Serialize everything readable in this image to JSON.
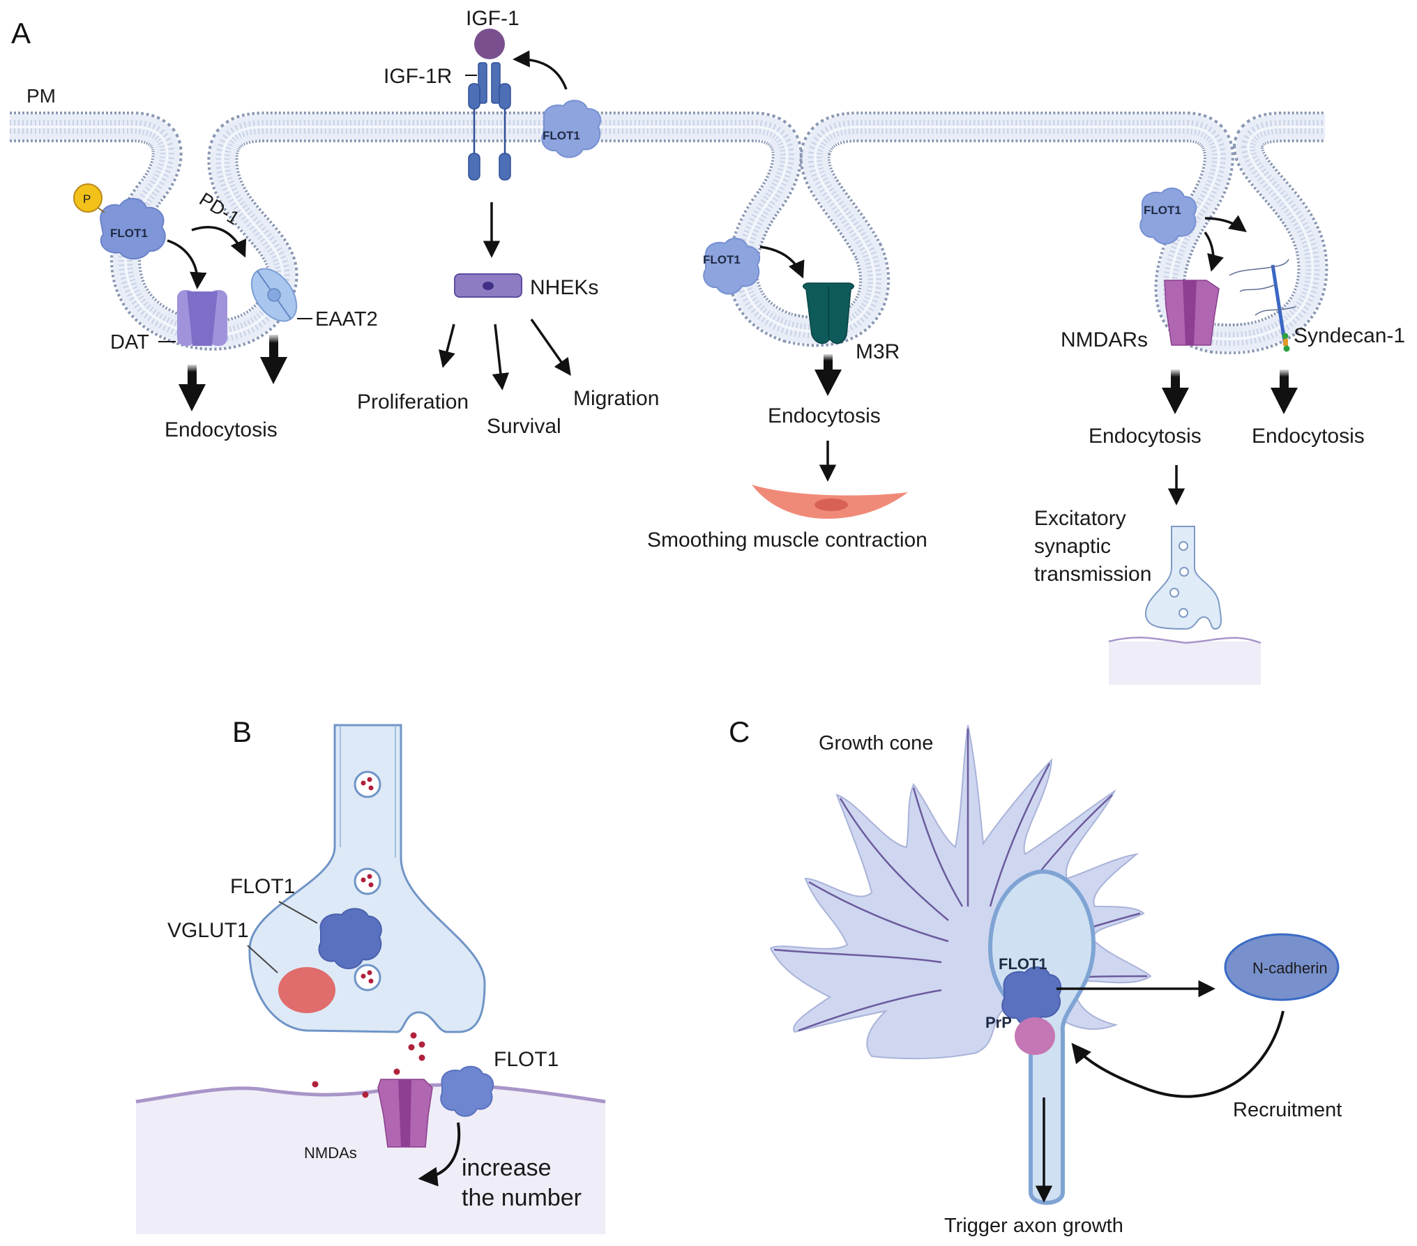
{
  "figure": {
    "panels": [
      {
        "id": "A",
        "label": "A"
      },
      {
        "id": "B",
        "label": "B"
      },
      {
        "id": "C",
        "label": "C"
      }
    ],
    "colors": {
      "membrane_fill": "#e6ecf6",
      "membrane_edge": "#8a98b4",
      "flot1": "#7f97d8",
      "flot1_dark": "#5a71bf",
      "phospho": "#f2c21a",
      "dat": "#9b8bd6",
      "eaat2": "#a9c6ee",
      "igf1": "#7a4f8e",
      "igf1r": "#4d6fb6",
      "nhek": "#8e7cc3",
      "m3r": "#0f5a5a",
      "nmdar": "#a457a8",
      "syndecan": "#3a66c4",
      "smooth_muscle": "#f08a78",
      "neuron_fill": "#dde9f6",
      "neuron_edge": "#6f94c6",
      "vglut1": "#e06c6c",
      "glutamate": "#b0213c",
      "postsyn_fill": "#efedf7",
      "postsyn_edge": "#a895c8",
      "growth_cone": "#cfd6f0",
      "n_cadherin": "#7890cc",
      "prp": "#c577b5",
      "arrow": "#111111"
    }
  },
  "panelA": {
    "pm_label": "PM",
    "igf1": "IGF-1",
    "igf1r": "IGF-1R",
    "flot1": "FLOT1",
    "phospho": "P",
    "pd1": "PD-1",
    "dat": "DAT",
    "eaat2": "EAAT2",
    "endocytosis": "Endocytosis",
    "nheks": "NHEKs",
    "proliferation": "Proliferation",
    "survival": "Survival",
    "migration": "Migration",
    "m3r": "M3R",
    "smooth_muscle": "Smoothing muscle contraction",
    "nmdars": "NMDARs",
    "syndecan": "Syndecan-1",
    "excitatory_1": "Excitatory",
    "excitatory_2": "synaptic",
    "excitatory_3": "transmission"
  },
  "panelB": {
    "flot1_top": "FLOT1",
    "vglut1": "VGLUT1",
    "flot1_bottom": "FLOT1",
    "nmdas": "NMDAs",
    "increase_1": "increase",
    "increase_2": "the number"
  },
  "panelC": {
    "growth_cone": "Growth cone",
    "flot1": "FLOT1",
    "prp": "PrP",
    "n_cadherin": "N-cadherin",
    "recruitment": "Recruitment",
    "axon_growth": "Trigger axon growth"
  }
}
